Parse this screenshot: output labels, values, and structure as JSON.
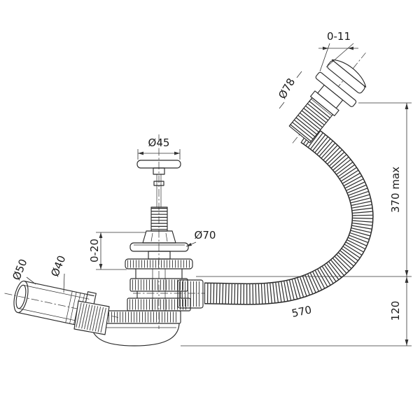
{
  "drawing": {
    "background": "#ffffff",
    "line_color": "#2a2a2a",
    "labels": {
      "overflow_gap": "0-11",
      "overflow_diameter": "Ø78",
      "stopper_diameter": "Ø45",
      "flange_diameter": "Ø70",
      "stopper_travel": "0-20",
      "outlet_outer_diameter": "Ø50",
      "outlet_inner_diameter": "Ø40",
      "hose_length": "570",
      "max_height": "370 max",
      "outlet_height": "120"
    }
  }
}
